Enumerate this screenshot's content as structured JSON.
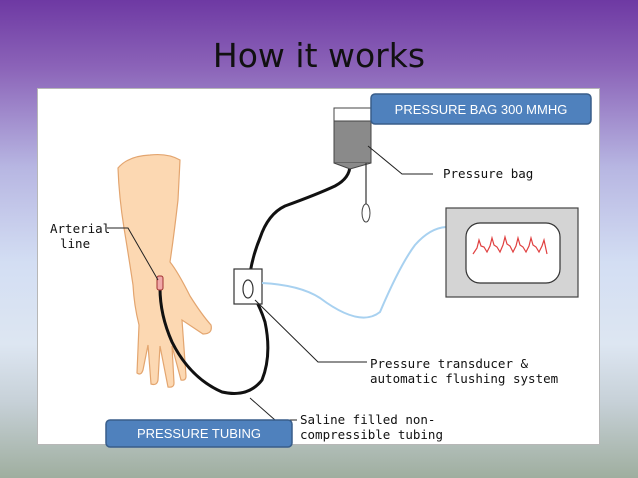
{
  "slide": {
    "title": "How it works"
  },
  "callouts": {
    "pressure_bag": "PRESSURE BAG  300 MMHG",
    "pressure_tubing": "PRESSURE TUBING"
  },
  "labels": {
    "arterial_line_1": "Arterial",
    "arterial_line_2": "line",
    "pressure_bag": "Pressure bag",
    "transducer_1": "Pressure transducer &",
    "transducer_2": "automatic flushing system",
    "tubing_1": "Saline filled non-",
    "tubing_2": "compressible tubing"
  },
  "colors": {
    "callout_fill": "#4f81bd",
    "callout_border": "#385d8a",
    "skin": "#fcd8b2",
    "skin_outline": "#e3a56f",
    "monitor_bg": "#d4d4d4",
    "waveform": "#e04040",
    "cable": "#a8d1f0",
    "tubing": "#111111"
  }
}
